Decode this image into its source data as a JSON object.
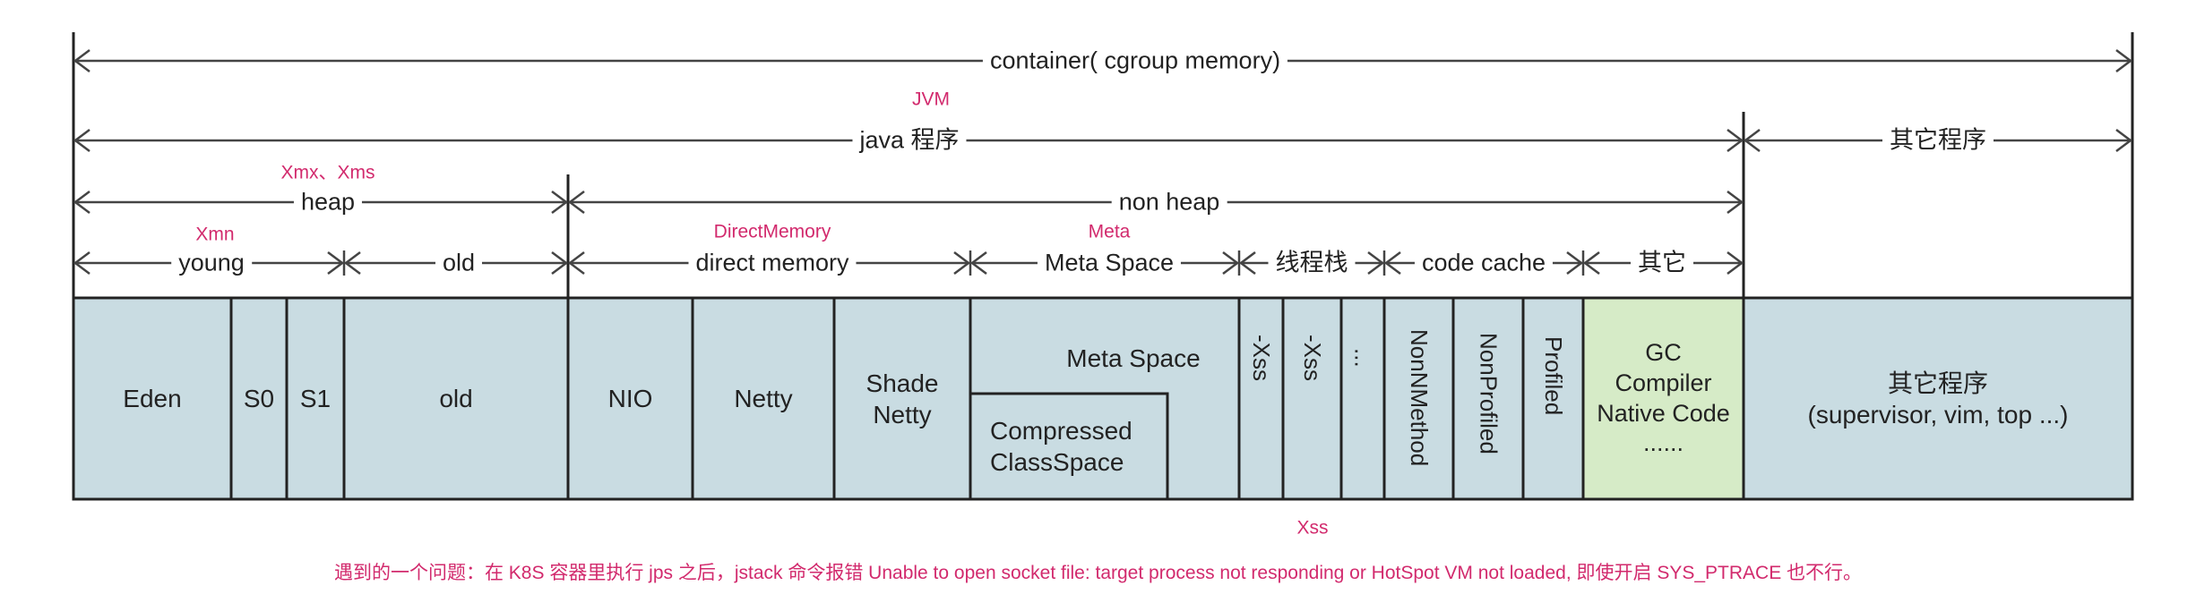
{
  "labels": {
    "container": "container( cgroup memory)",
    "java": "java 程序",
    "other_top": "其它程序",
    "heap": "heap",
    "non_heap": "non heap",
    "young": "young",
    "old": "old",
    "direct_memory": "direct memory",
    "meta_space": "Meta Space",
    "thread_stack": "线程栈",
    "code_cache": "code cache",
    "other": "其它"
  },
  "annotations": {
    "jvm": "JVM",
    "xmx_xms": "Xmx、Xms",
    "xmn": "Xmn",
    "direct": "DirectMemory",
    "meta": "Meta",
    "xss": "Xss"
  },
  "blocks": {
    "eden": "Eden",
    "s0": "S0",
    "s1": "S1",
    "old": "old",
    "nio": "NIO",
    "netty": "Netty",
    "shade_netty": "Shade\nNetty",
    "meta_space": "Meta Space",
    "compressed": "Compressed\nClassSpace",
    "xss1": "-Xss",
    "xss2": "-Xss",
    "dots": "...",
    "non_method": "NonNMethod",
    "non_profiled": "NonProfiled",
    "profiled": "Profiled",
    "gc": "GC\nCompiler\nNative Code\n......",
    "others": "其它程序\n(supervisor, vim, top ...)"
  },
  "colors": {
    "memory_block": "#c9dce2",
    "native_block": "#d6ebc7",
    "annotation": "#d22a6d"
  },
  "footer_note": "遇到的一个问题：在 K8S 容器里执行 jps 之后，jstack 命令报错 Unable to open socket file: target process not responding or HotSpot VM not loaded, 即使开启 SYS_PTRACE 也不行。"
}
